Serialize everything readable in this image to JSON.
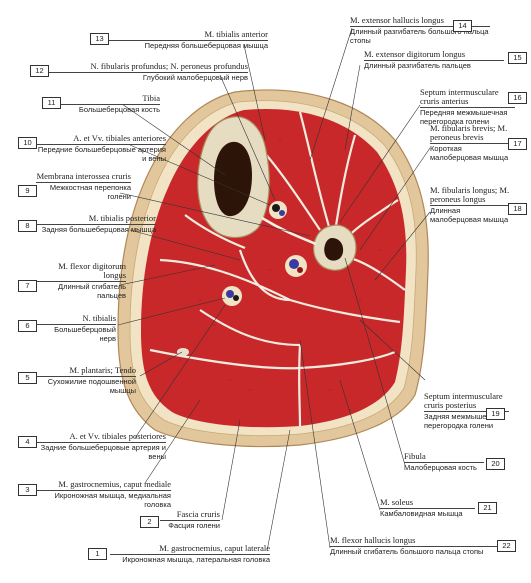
{
  "labels": [
    {
      "num": "1",
      "latin": "M. gastrocnemius, caput laterale",
      "russian": "Икроножная мышца, латеральная головка"
    },
    {
      "num": "2",
      "latin": "Fascia cruris",
      "russian": "Фасция голени"
    },
    {
      "num": "3",
      "latin": "M. gastrocnemius, caput mediale",
      "russian": "Икроножная мышца, медиальная головка"
    },
    {
      "num": "4",
      "latin": "A. et Vv. tibiales posteriores",
      "russian": "Задние большеберцовые артерия и вены"
    },
    {
      "num": "5",
      "latin": "M. plantaris; Tendo",
      "russian": "Сухожилие подошвенной мышцы"
    },
    {
      "num": "6",
      "latin": "N. tibialis",
      "russian": "Большеберцовый нерв"
    },
    {
      "num": "7",
      "latin": "M. flexor digitorum longus",
      "russian": "Длинный сгибатель пальцев"
    },
    {
      "num": "8",
      "latin": "M. tibialis posterior",
      "russian": "Задняя большеберцовая мышца"
    },
    {
      "num": "9",
      "latin": "Membrana interossea cruris",
      "russian": "Межкостная перепонка голени"
    },
    {
      "num": "10",
      "latin": "A. et Vv. tibiales anteriores",
      "russian": "Передние большеберцовые артерия и вены"
    },
    {
      "num": "11",
      "latin": "Tibia",
      "russian": "Большеберцовая кость"
    },
    {
      "num": "12",
      "latin": "N. fibularis profundus; N. peroneus profundus",
      "russian": "Глубокий малоберцовый нерв"
    },
    {
      "num": "13",
      "latin": "M. tibialis anterior",
      "russian": "Передняя большеберцовая мышца"
    },
    {
      "num": "14",
      "latin": "M. extensor hallucis longus",
      "russian": "Длинный разгибатель большого пальца стопы"
    },
    {
      "num": "15",
      "latin": "M. extensor digitorum longus",
      "russian": "Длинный разгибатель пальцев"
    },
    {
      "num": "16",
      "latin": "Septum intermusculare cruris anterius",
      "russian": "Передняя межмышечная перегородка голени"
    },
    {
      "num": "17",
      "latin": "M. fibularis brevis; M. peroneus brevis",
      "russian": "Короткая малоберцовая мышца"
    },
    {
      "num": "18",
      "latin": "M. fibularis longus; M. peroneus longus",
      "russian": "Длинная малоберцовая мышца"
    },
    {
      "num": "19",
      "latin": "Septum intermusculare cruris posterius",
      "russian": "Задняя межмышечная перегородка голени"
    },
    {
      "num": "20",
      "latin": "Fibula",
      "russian": "Малоберцовая кость"
    },
    {
      "num": "21",
      "latin": "M. soleus",
      "russian": "Камбаловидная мышца"
    },
    {
      "num": "22",
      "latin": "M. flexor hallucis longus",
      "russian": "Длинный сгибатель большого пальца стопы"
    }
  ],
  "colors": {
    "muscle": "#c8282a",
    "muscle_dark": "#8e1418",
    "fat": "#e9d8b8",
    "skin": "#d9b98a",
    "bone": "#e8e0c8",
    "marrow": "#2a1408",
    "septum": "#f2ece0",
    "vessel": "#3a3aa0"
  }
}
